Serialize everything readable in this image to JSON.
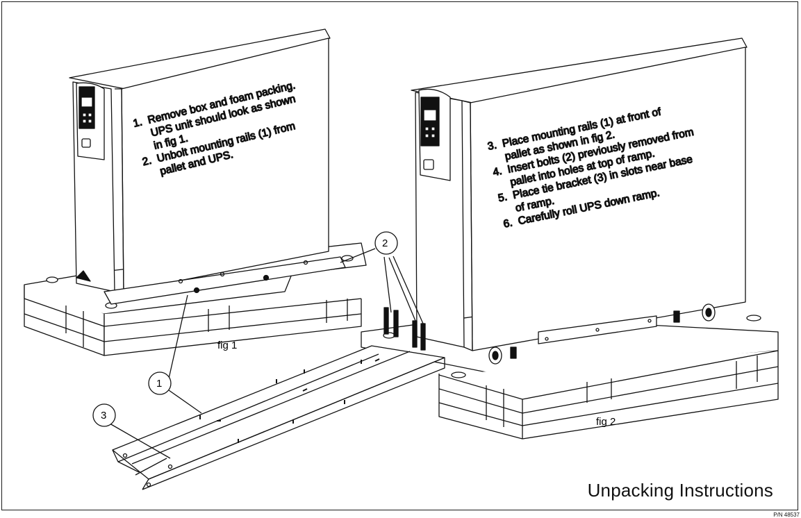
{
  "fig1": {
    "label": "fig 1",
    "steps": [
      "1.  Remove box and foam packing.",
      "     UPS unit should look as shown",
      "     in fig 1.",
      "2.  Unbolt mounting rails (1) from",
      "     pallet and UPS."
    ]
  },
  "fig2": {
    "label": "fig 2",
    "steps": [
      "3.  Place mounting rails (1) at front of",
      "     pallet as shown in fig 2.",
      "4.  Insert bolts (2) previously removed from",
      "     pallet into holes at top of ramp.",
      "5.  Place tie bracket (3) in slots near base",
      "     of ramp.",
      "6.  Carefully roll UPS down ramp."
    ]
  },
  "callouts": {
    "c1": "1",
    "c2": "2",
    "c3": "3"
  },
  "title": "Unpacking Instructions",
  "part_number": "P/N 48537"
}
